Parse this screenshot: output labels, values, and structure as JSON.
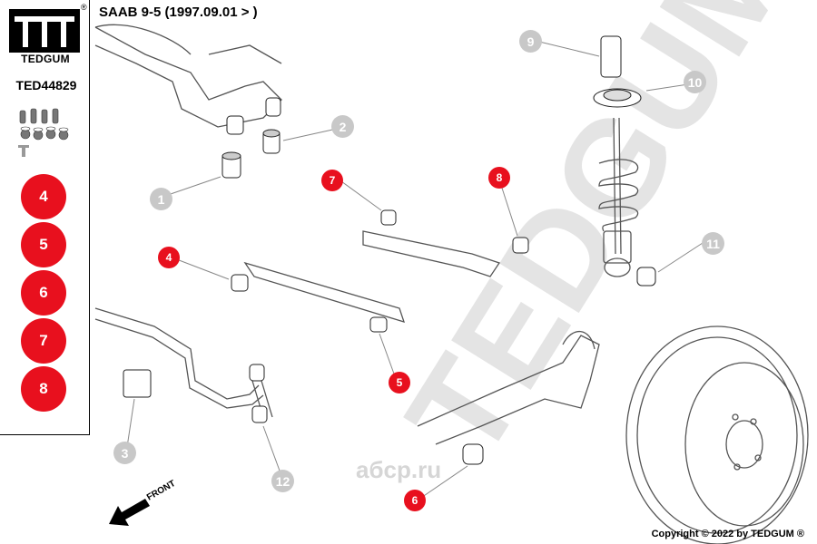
{
  "sidebar": {
    "brand": "TEDGUM",
    "registered": "®",
    "part_number": "TED44829",
    "badges": [
      "4",
      "5",
      "6",
      "7",
      "8"
    ]
  },
  "title": "SAAB 9-5 (1997.09.01 > )",
  "copyright": "Copyright © 2022 by TEDGUM ®",
  "watermark_text": "TEDGUM",
  "abcp_text": "aбcp.ru",
  "front_label": "FRONT",
  "callouts": {
    "c1": "1",
    "c2": "2",
    "c3": "3",
    "c4": "4",
    "c5": "5",
    "c6": "6",
    "c7": "7",
    "c8": "8",
    "c9": "9",
    "c10": "10",
    "c11": "11",
    "c12": "12"
  },
  "colors": {
    "accent_red": "#e8101e",
    "callout_grey": "#c8c8c8"
  }
}
